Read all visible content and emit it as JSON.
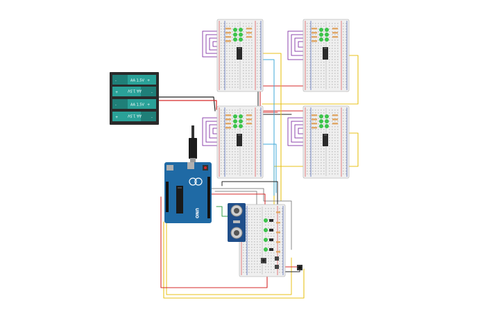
{
  "battery_pack": {
    "cells": [
      {
        "label": "AA 1.5V"
      },
      {
        "label": "AA 1.5V"
      },
      {
        "label": "AA 1.5V"
      },
      {
        "label": "AA 1.5V"
      }
    ],
    "plus": "+",
    "minus": "-"
  },
  "arduino": {
    "board_label": "UNO"
  },
  "colors": {
    "wire_red": "#d62828",
    "wire_black": "#222222",
    "wire_yellow": "#e8c21a",
    "wire_purple": "#8e44ad",
    "wire_blue": "#3fa9d8",
    "wire_green": "#2e9e44",
    "wire_gray": "#8a8a8a",
    "arduino_blue": "#1f6aa5",
    "battery_teal": "#2aa198",
    "led_green": "#3cc44a",
    "breadboard": "#f2f2f2"
  }
}
